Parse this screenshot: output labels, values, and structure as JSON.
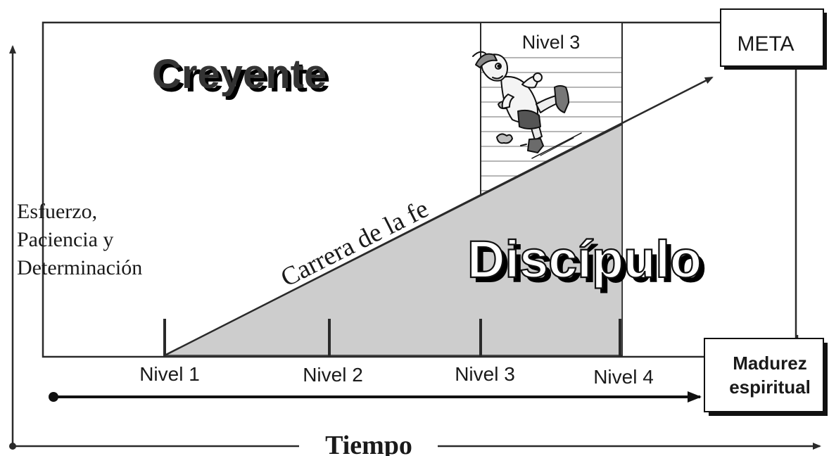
{
  "diagram": {
    "believer_label": "Creyente",
    "disciple_label": "Discípulo",
    "race_label": "Carrera de la fe",
    "goal_label": "META",
    "box_level_label": "Nivel 3",
    "maturity_line1": "Madurez",
    "maturity_line2": "espiritual",
    "y_axis_lines": [
      "Esfuerzo,",
      "Paciencia y",
      "Determinación"
    ],
    "x_axis_label": "Tiempo",
    "levels": [
      "Nivel 1",
      "Nivel 2",
      "Nivel 3",
      "Nivel 4"
    ],
    "runner_icon": "runner-cartoon",
    "colors": {
      "triangle_fill": "#cdcdcd",
      "stroke": "#2a2a2a",
      "stripe": "#9e9e9e",
      "text": "#1a1a1a",
      "shadow": "#000000"
    }
  }
}
